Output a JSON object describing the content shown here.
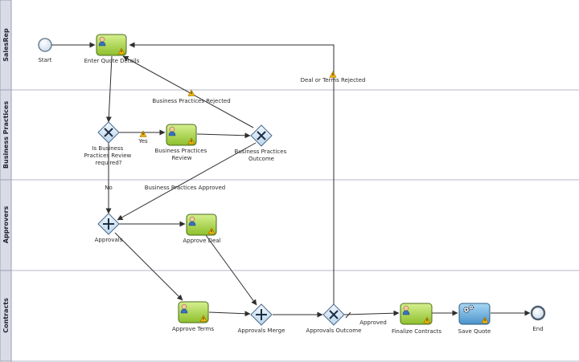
{
  "lanes": [
    "SalesRep",
    "Business Practices",
    "Approvers",
    "Contracts"
  ],
  "nodes": {
    "start": "Start",
    "enter_quote": "Enter Quote Details",
    "gw_review_required": [
      "Is Business",
      "Practices Review",
      "required?"
    ],
    "bp_review": [
      "Business Practices",
      "Review"
    ],
    "bp_outcome": [
      "Business Practices",
      "Outcome"
    ],
    "approvals": "Approvals",
    "approve_deal": "Approve Deal",
    "approve_terms": "Approve Terms",
    "approvals_merge": "Approvals Merge",
    "approvals_outcome": "Approvals Outcome",
    "finalize_contracts": "Finalize Contracts",
    "save_quote": "Save Quote",
    "end": "End"
  },
  "flow_labels": {
    "yes": "Yes",
    "no": "No",
    "bp_rejected": "Business Practices Rejected",
    "bp_approved": "Business Practices Approved",
    "deal_rejected": "Deal or Terms Rejected",
    "approved": "Approved"
  },
  "colors": {
    "task_user": "#9ccc3b",
    "task_service": "#5ba3d8",
    "gateway": "#d6e8f7",
    "warning": "#f2b705",
    "lane_header": "#d9dbe6"
  }
}
